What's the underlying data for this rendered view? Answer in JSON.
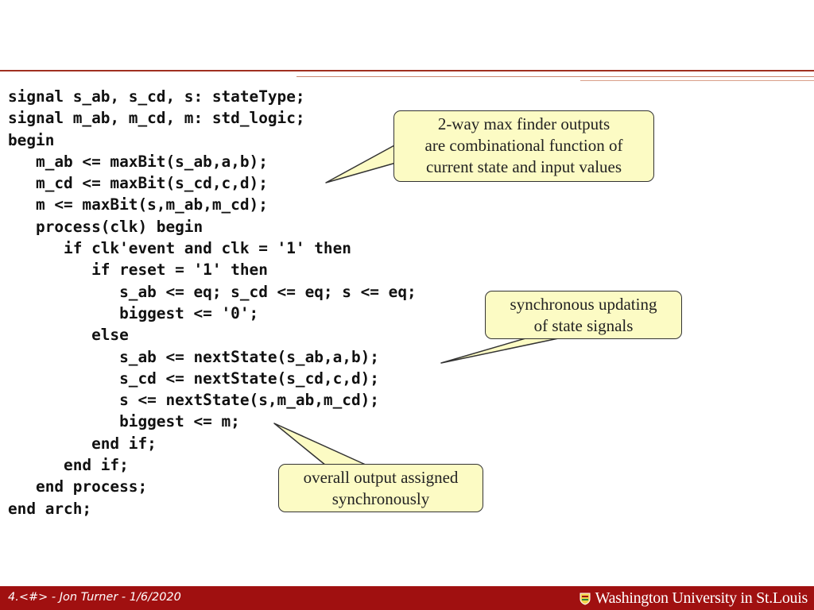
{
  "code_lines": [
    "signal s_ab, s_cd, s: stateType;",
    "signal m_ab, m_cd, m: std_logic;",
    "begin",
    "   m_ab <= maxBit(s_ab,a,b);",
    "   m_cd <= maxBit(s_cd,c,d);",
    "   m <= maxBit(s,m_ab,m_cd);",
    "   process(clk) begin",
    "      if clk'event and clk = '1' then",
    "         if reset = '1' then",
    "            s_ab <= eq; s_cd <= eq; s <= eq;",
    "            biggest <= '0';",
    "         else",
    "            s_ab <= nextState(s_ab,a,b);",
    "            s_cd <= nextState(s_cd,c,d);",
    "            s <= nextState(s,m_ab,m_cd);",
    "            biggest <= m;",
    "         end if;",
    "      end if;",
    "   end process;",
    "end arch;"
  ],
  "callouts": {
    "max_finder": [
      "2-way max finder outputs",
      "are combinational function of",
      "current state and input values"
    ],
    "sync_update": [
      "synchronous updating",
      "of state signals"
    ],
    "output": [
      "overall output assigned",
      "synchronously"
    ]
  },
  "footer": {
    "left": "4.<#> - Jon Turner - 1/6/2020",
    "right": "Washington University in St.Louis"
  },
  "colors": {
    "accent": "#a01010",
    "callout_fill": "#fcfbc4"
  },
  "icons": {
    "footer_logo": "university-shield-icon"
  }
}
